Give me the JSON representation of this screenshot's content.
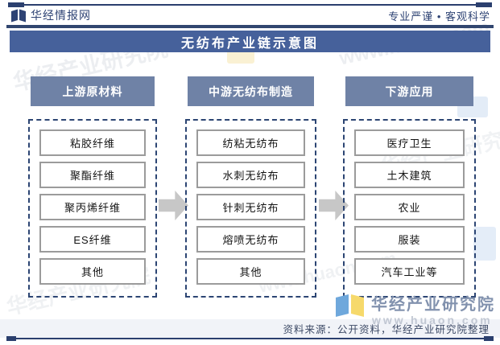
{
  "header": {
    "brand": "华经情报网",
    "slogan": "专业严谨 • 客观科学"
  },
  "title": "无纺布产业链示意图",
  "diagram": {
    "columns": [
      {
        "header": "上游原材料",
        "items": [
          "粘胶纤维",
          "聚酯纤维",
          "聚丙烯纤维",
          "ES纤维",
          "其他"
        ]
      },
      {
        "header": "中游无纺布制造",
        "items": [
          "纺粘无纺布",
          "水刺无纺布",
          "针刺无纺布",
          "熔喷无纺布",
          "其他"
        ]
      },
      {
        "header": "下游应用",
        "items": [
          "医疗卫生",
          "土木建筑",
          "农业",
          "服装",
          "汽车工业等"
        ]
      }
    ]
  },
  "branding": {
    "logo_text": "华经产业研究院",
    "logo_site": "www.huaon.com"
  },
  "watermarks": [
    "华经产业研究院",
    "www.huaon.com",
    "www.huaon.com",
    "华经产业研究院",
    "华经产业研究院"
  ],
  "footer": {
    "source": "资料来源：公开资料，华经产业研究院整理"
  },
  "colors": {
    "navy_line": "#2B3F6E",
    "title_bar_bg": "#46619B",
    "column_header_bg": "#6F82A6",
    "dashed_border": "#2C4573",
    "item_border": "#9B9B9B",
    "arrow_gray": "#C7C7C7",
    "footer_bg": "#F1F3F8",
    "logo_blue": "#6FA8DC",
    "logo_yellow": "#F6D96B"
  }
}
